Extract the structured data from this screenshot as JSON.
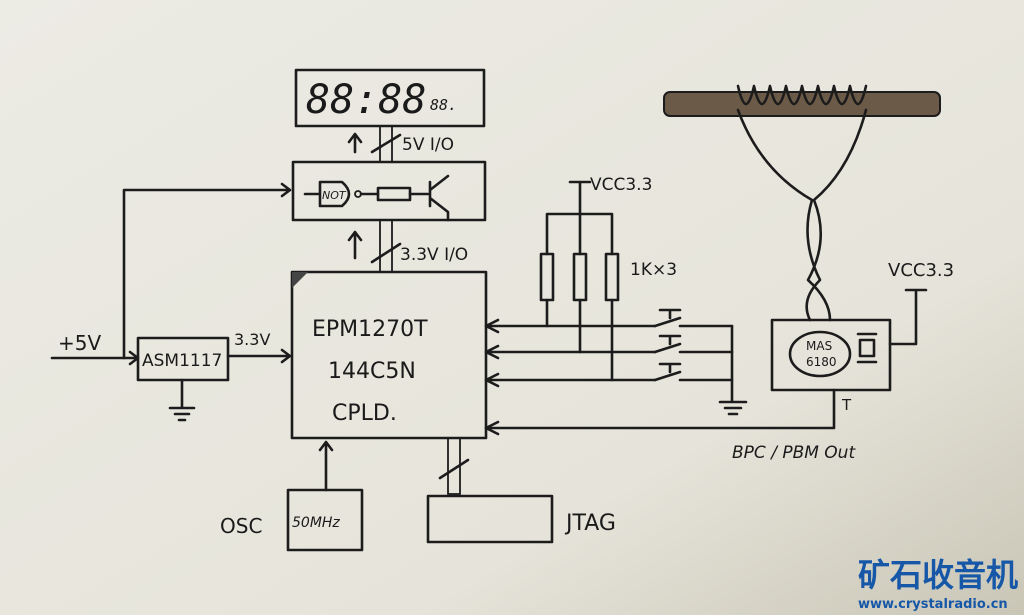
{
  "display": {
    "digits": "88:88",
    "small_digits": "88."
  },
  "buffer": {
    "bus_label_top": "5V I/O",
    "gate_label": "NOT",
    "bus_label_bottom": "3.3V I/O"
  },
  "cpld": {
    "line1": "EPM1270T",
    "line2": "144C5N",
    "line3": "CPLD."
  },
  "power": {
    "input_label": "+5V",
    "regulator": "ASM1117",
    "output_label": "3.3V"
  },
  "pullups": {
    "vcc_label": "VCC3.3",
    "resistor_label": "1K×3"
  },
  "receiver": {
    "vcc_label": "VCC3.3",
    "chip_line1": "MAS",
    "chip_line2": "6180",
    "pin_label": "T",
    "output_label": "BPC / PBM Out"
  },
  "oscillator": {
    "label": "OSC",
    "freq": "50MHz"
  },
  "jtag": {
    "label": "JTAG"
  },
  "watermark": {
    "title": "矿石收音机",
    "url": "www.crystalradio.cn",
    "color": "#1757a8"
  }
}
